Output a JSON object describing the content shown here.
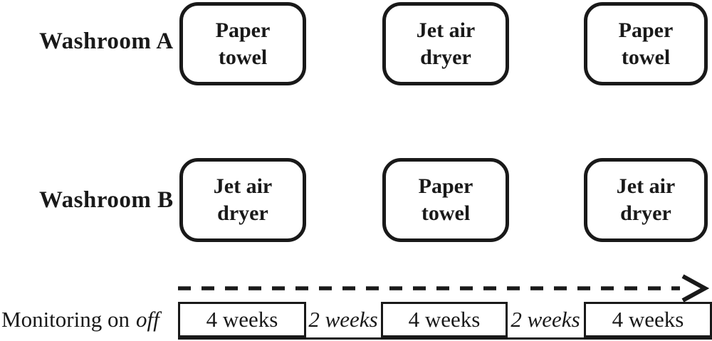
{
  "figure_type": "crossover-study-design-diagram",
  "rows": [
    {
      "label": "Washroom A",
      "boxes": [
        "Paper towel",
        "Jet air dryer",
        "Paper towel"
      ]
    },
    {
      "label": "Washroom B",
      "boxes": [
        "Jet air dryer",
        "Paper towel",
        "Jet air dryer"
      ]
    }
  ],
  "timeline": {
    "legend_on": "Monitoring on",
    "legend_off": "off",
    "periods": [
      {
        "type": "on",
        "label": "4 weeks"
      },
      {
        "type": "off",
        "label": "2 weeks"
      },
      {
        "type": "on",
        "label": "4 weeks"
      },
      {
        "type": "off",
        "label": "2 weeks"
      },
      {
        "type": "on",
        "label": "4 weeks"
      }
    ]
  },
  "colors": {
    "ink": "#191919",
    "background": "#ffffff"
  }
}
